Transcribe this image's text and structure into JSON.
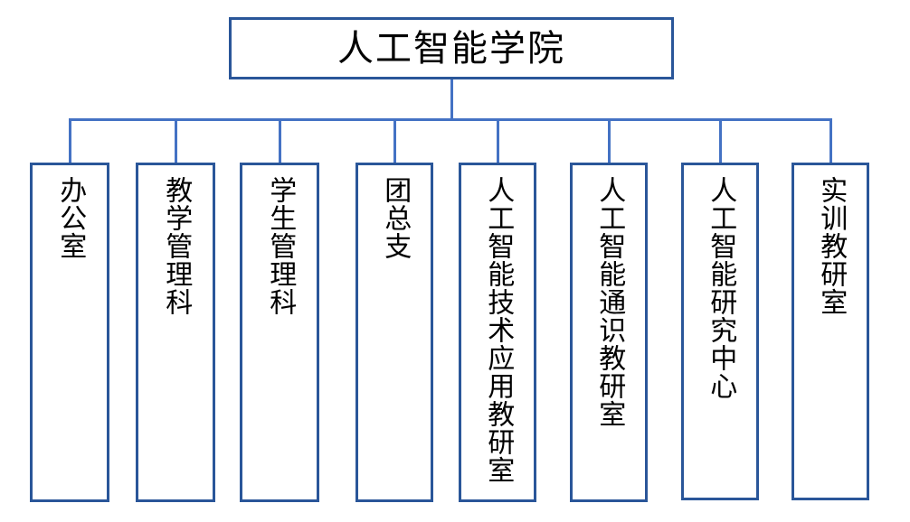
{
  "chart": {
    "type": "organization-chart",
    "title": "人工智能学院",
    "orientation": "top-down",
    "colors": {
      "node_border": "#2a5699",
      "connector": "#4472c4",
      "node_fill": "#ffffff",
      "text": "#000000",
      "background": "#ffffff"
    },
    "root": {
      "label": "人工智能学院",
      "level": 0
    },
    "children": [
      {
        "label": "办公室",
        "level": 1,
        "order": 1
      },
      {
        "label": "教学管理科",
        "level": 1,
        "order": 2
      },
      {
        "label": "学生管理科",
        "level": 1,
        "order": 3
      },
      {
        "label": "团总支",
        "level": 1,
        "order": 4
      },
      {
        "label": "人工智能技术应用教研室",
        "level": 1,
        "order": 5
      },
      {
        "label": "人工智能通识教研室",
        "level": 1,
        "order": 6
      },
      {
        "label": "人工智能研究中心",
        "level": 1,
        "order": 7
      },
      {
        "label": "实训教研室",
        "level": 1,
        "order": 8
      }
    ]
  }
}
